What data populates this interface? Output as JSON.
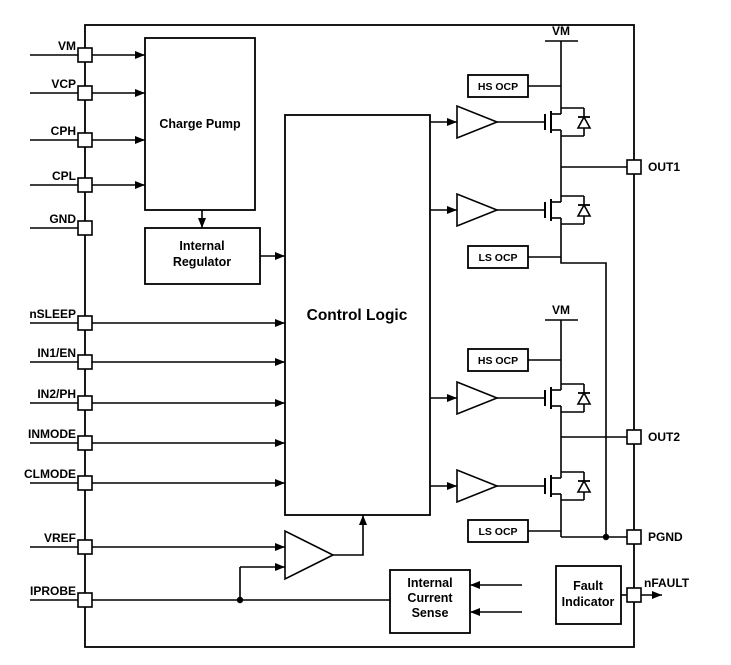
{
  "pins": {
    "left": [
      "VM",
      "VCP",
      "CPH",
      "CPL",
      "GND",
      "nSLEEP",
      "IN1/EN",
      "IN2/PH",
      "INMODE",
      "CLMODE",
      "VREF",
      "IPROBE"
    ],
    "right": [
      "OUT1",
      "OUT2",
      "PGND",
      "nFAULT"
    ]
  },
  "blocks": {
    "charge_pump": "Charge Pump",
    "internal_regulator": [
      "Internal",
      "Regulator"
    ],
    "control_logic": "Control Logic",
    "internal_current_sense": [
      "Internal",
      "Current",
      "Sense"
    ],
    "fault_indicator": [
      "Fault",
      "Indicator"
    ],
    "hs_ocp": "HS OCP",
    "ls_ocp": "LS OCP",
    "vm_rail": "VM"
  },
  "colors": {
    "line": "#000000",
    "background": "#ffffff"
  }
}
